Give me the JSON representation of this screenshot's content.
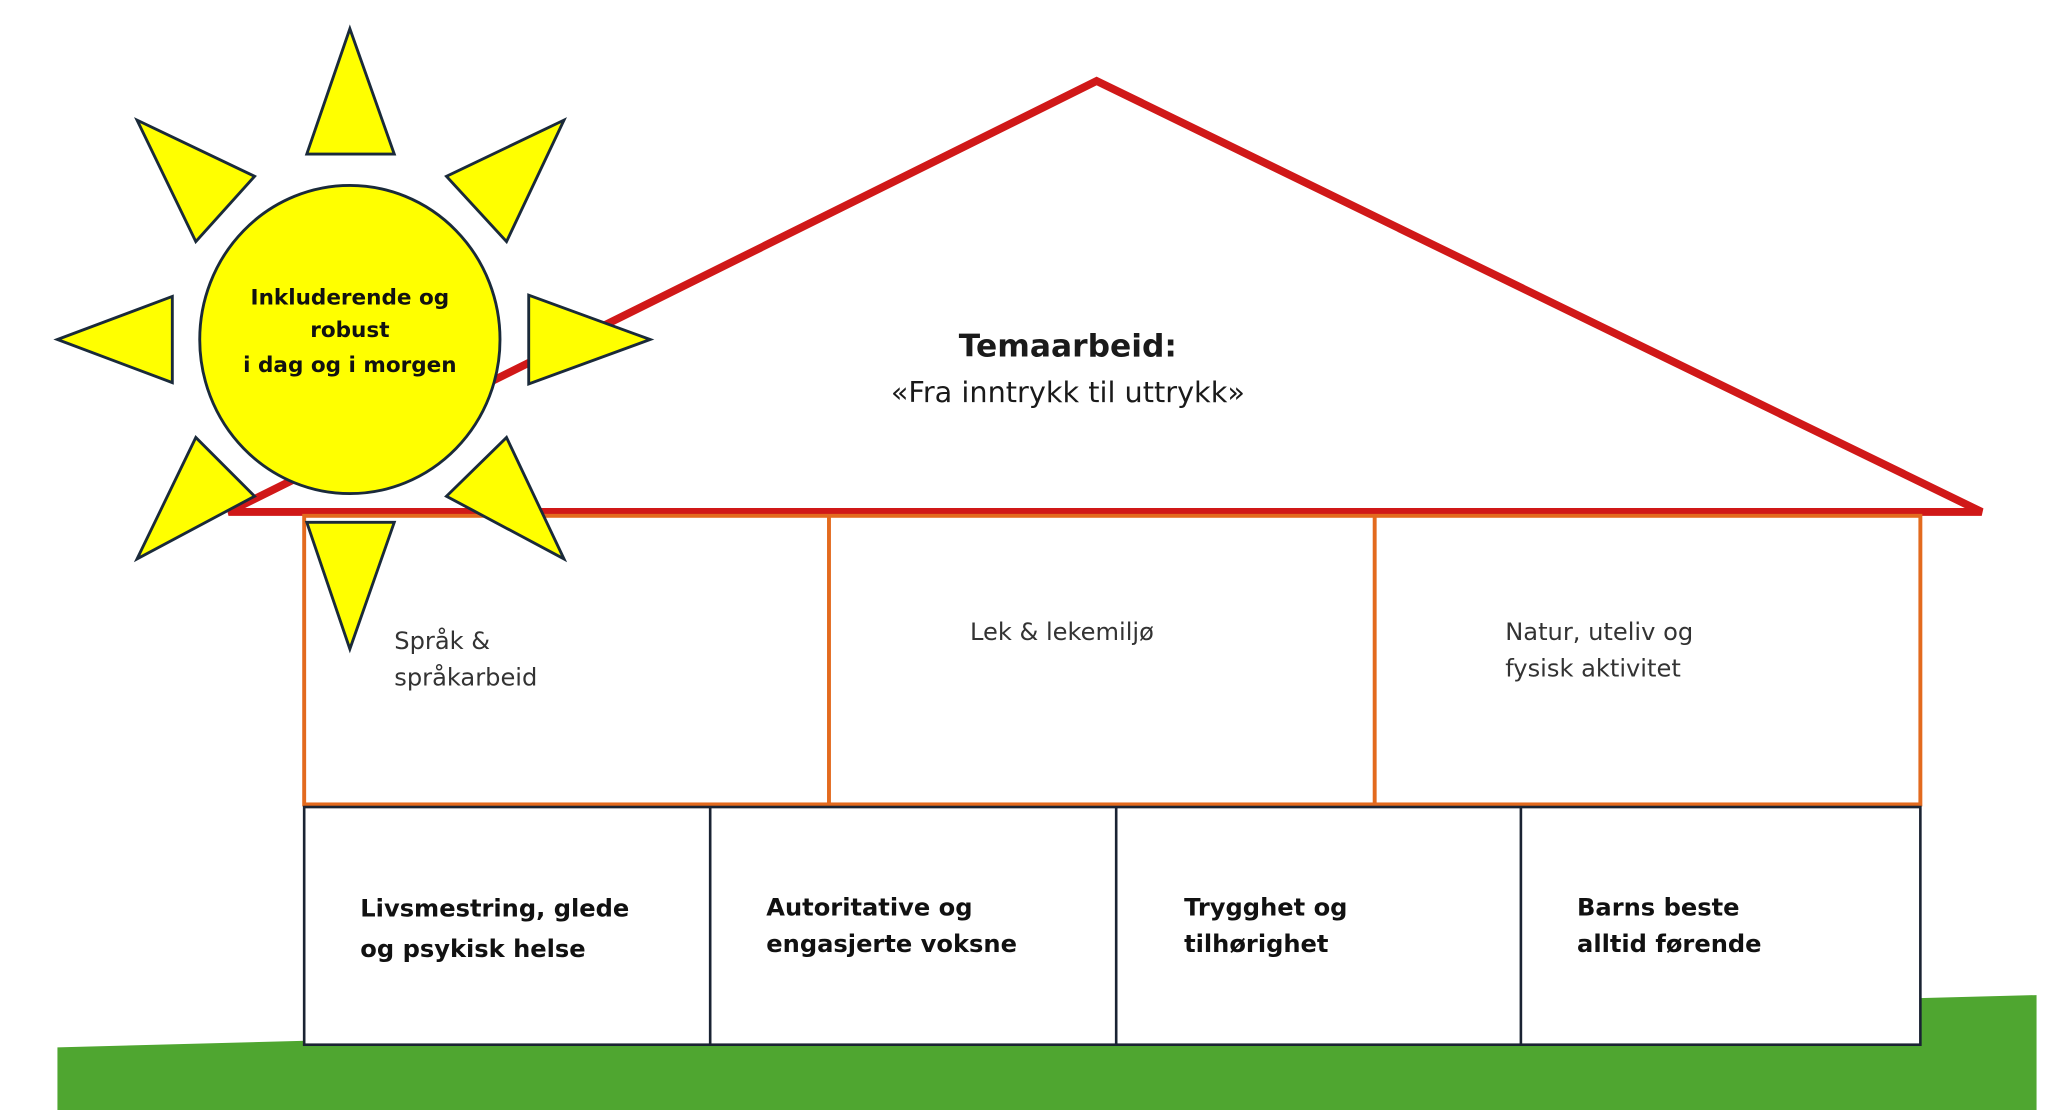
{
  "colors": {
    "roof": "#d01818",
    "pillars": "#e36a1e",
    "foundation": "#1a2333",
    "sun": "#ffff00",
    "sun_outline": "#1a2a3a",
    "ground": "#4fa630"
  },
  "sun": {
    "lines": [
      "Inkluderende og",
      "robust",
      "i dag og i morgen"
    ]
  },
  "roof": {
    "title": "Temaarbeid:",
    "subtitle": "«Fra inntrykk til uttrykk»"
  },
  "pillars": [
    {
      "lines": [
        "Språk &",
        "språkarbeid"
      ]
    },
    {
      "lines": [
        "Lek & lekemiljø"
      ]
    },
    {
      "lines": [
        "Natur, uteliv og",
        "fysisk aktivitet"
      ]
    }
  ],
  "foundation": [
    {
      "lines": [
        "Livsmestring, glede",
        "og psykisk helse"
      ]
    },
    {
      "lines": [
        "Autoritative og",
        "engasjerte voksne"
      ]
    },
    {
      "lines": [
        "Trygghet og",
        "tilhørighet"
      ]
    },
    {
      "lines": [
        "Barns beste",
        "alltid førende"
      ]
    }
  ]
}
